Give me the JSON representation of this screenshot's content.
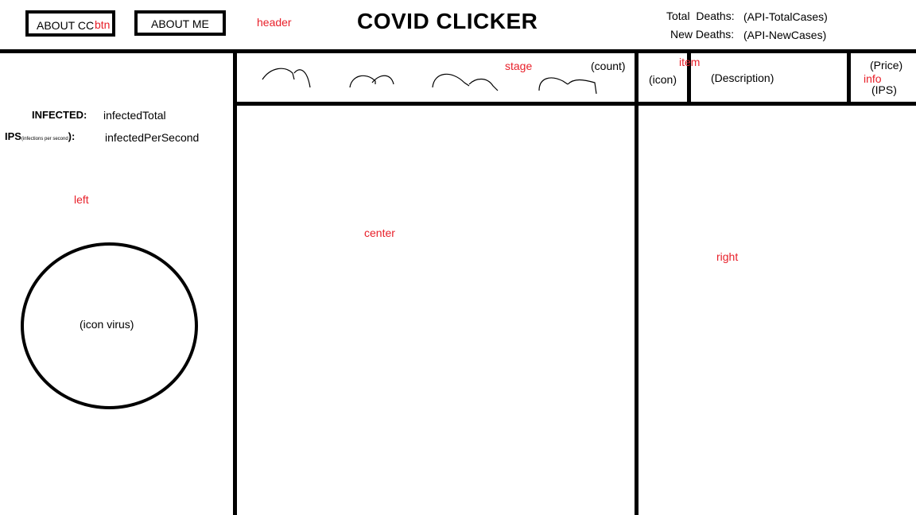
{
  "header": {
    "about_cc_label": "ABOUT CC",
    "about_me_label": "ABOUT ME",
    "title": "COVID CLICKER",
    "total_deaths_label": "Total  Deaths:",
    "total_deaths_value": "(API-TotalCases)",
    "new_deaths_label": "New Deaths:",
    "new_deaths_value": "(API-NewCases)"
  },
  "annotations": {
    "btn": "btn",
    "header": "header",
    "stage": "stage",
    "item": "item",
    "info": "info",
    "left": "left",
    "center": "center",
    "right": "right"
  },
  "left": {
    "infected_label": "INFECTED:",
    "infected_value": "infectedTotal",
    "ips_label": "IPS",
    "ips_sub": "(infections per second",
    "ips_close": "):",
    "ips_value": "infectedPerSecond",
    "virus_icon_label": "(icon virus)"
  },
  "stage": {
    "count_label": "(count)"
  },
  "item": {
    "icon_label": "(icon)",
    "description_label": "(Description)",
    "price_label": "(Price)",
    "ips_label": "(IPS)"
  },
  "colors": {
    "annotation": "#e8202a",
    "lines": "#000000"
  }
}
